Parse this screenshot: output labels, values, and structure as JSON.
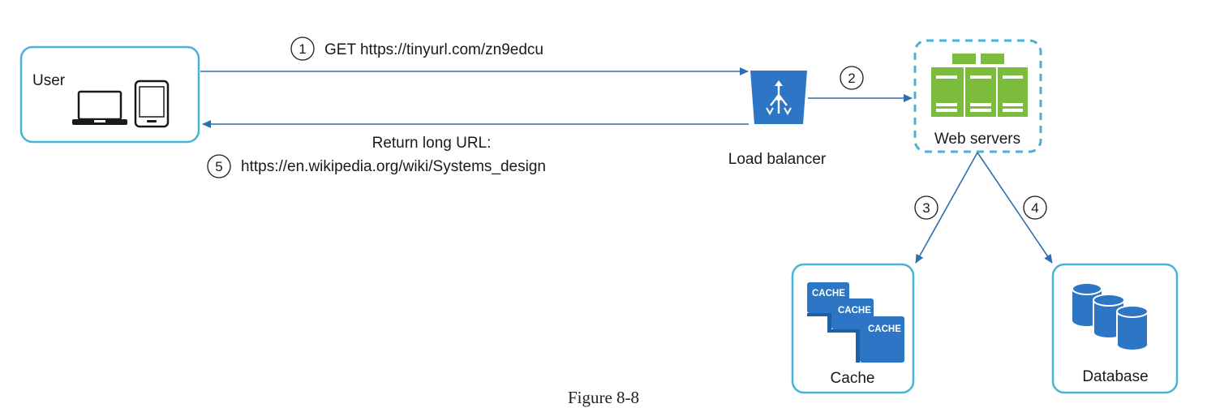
{
  "nodes": {
    "user": {
      "label": "User"
    },
    "load_balancer": {
      "label": "Load balancer"
    },
    "web_servers": {
      "label": "Web servers"
    },
    "cache": {
      "label": "Cache",
      "stack_labels": [
        "CACHE",
        "CACHE",
        "CACHE"
      ]
    },
    "database": {
      "label": "Database"
    }
  },
  "edges": {
    "step1": {
      "number": "1",
      "label": "GET https://tinyurl.com/zn9edcu"
    },
    "step2": {
      "number": "2"
    },
    "step3": {
      "number": "3"
    },
    "step4": {
      "number": "4"
    },
    "step5": {
      "number": "5",
      "label_line1": "Return long URL:",
      "label_line2": "https://en.wikipedia.org/wiki/Systems_design"
    }
  },
  "caption": "Figure 8-8",
  "colors": {
    "node_border": "#47b3d6",
    "arrow": "#2f6fb0",
    "server_green": "#7cbc3c",
    "server_light": "#ffffff",
    "blue_icon": "#2d76c5",
    "device_dark": "#1a1a1a"
  }
}
